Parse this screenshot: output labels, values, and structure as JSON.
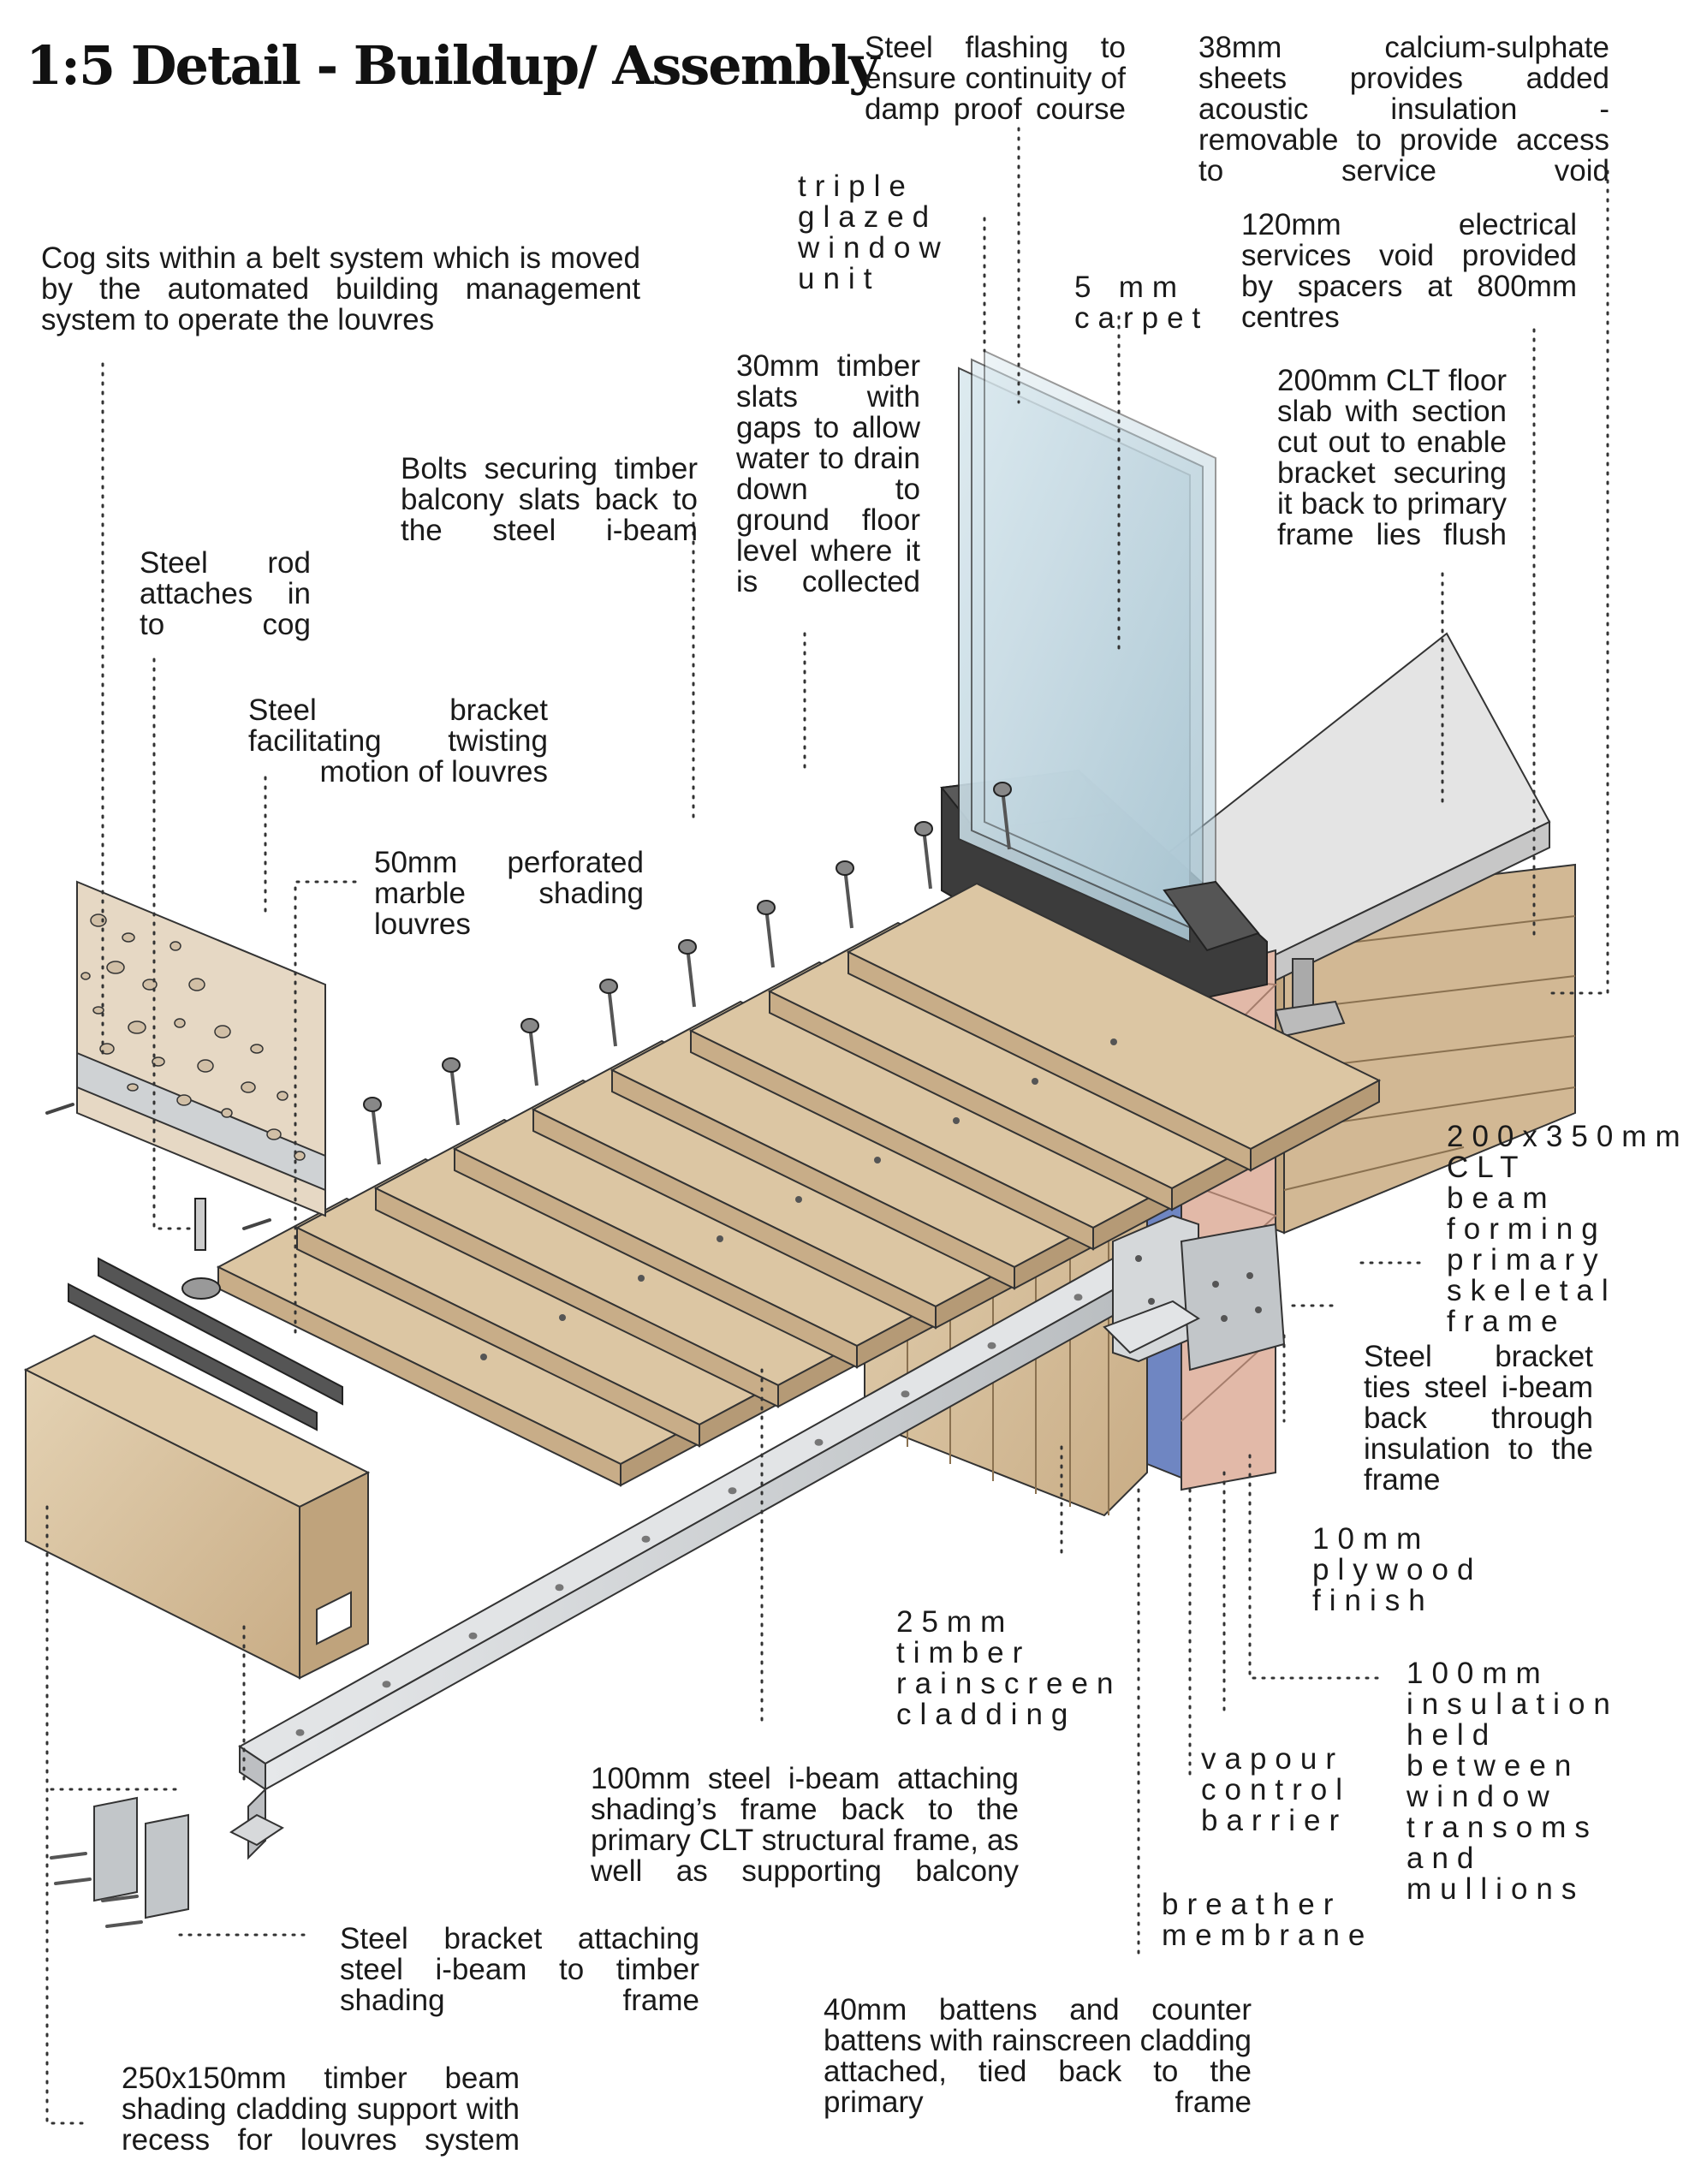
{
  "title": "1:5 Detail - Buildup/ Assembly",
  "labels": {
    "steel_flashing": "Steel flashing to ensure continuity of damp proof course",
    "calcium_sulphate": "38mm calcium-sulphate sheets provides added acoustic insulation - removable to provide access to service void",
    "triple_glazed": "triple glazed window unit",
    "electrical_void": "120mm electrical services void provided by spacers at 800mm centres",
    "cog_belt": "Cog sits within a belt system which is moved by the automated building management system to operate the louvres",
    "carpet": "5 mm carpet",
    "timber_slats": "30mm timber slats with gaps to allow water to drain down to ground floor level where it is collected",
    "clt_slab": "200mm CLT floor slab with section cut out to enable bracket securing it back to primary frame lies flush",
    "bolts": "Bolts securing timber balcony slats back to the steel i-beam",
    "steel_rod": "Steel rod attaches in to cog",
    "steel_bracket_twist": "Steel bracket facilitating twisting motion of louvres",
    "marble_louvres": "50mm perforated marble shading louvres",
    "clt_beam": "200x350mm CLT beam forming primary skeletal frame",
    "bracket_ties": "Steel bracket ties steel i-beam back through insulation to the frame",
    "plywood": "10mm plywood finish",
    "rainscreen": "25mm timber rainscreen cladding",
    "insulation": "100mm insulation held between window transoms and mullions",
    "vapour": "vapour control barrier",
    "ibeam": "100mm steel i-beam attaching shading’s frame back to the primary CLT structural frame, as well as supporting balcony",
    "breather": "breather membrane",
    "bracket_attach": "Steel bracket attaching steel i-beam to timber shading frame",
    "battens": "40mm battens and counter battens with rainscreen cladding attached, tied back to the primary frame",
    "timber_beam": "250x150mm timber beam shading cladding support with recess for louvres system"
  },
  "colors": {
    "timber": "#d9c3a1",
    "timber_dark": "#b59a76",
    "steel": "#cdd1d3",
    "glass": "#c9dde6",
    "membrane": "#6f86c2",
    "plywood": "#e2b9a8",
    "concrete": "#dcdcdc",
    "dpc": "#3a3a3a"
  }
}
